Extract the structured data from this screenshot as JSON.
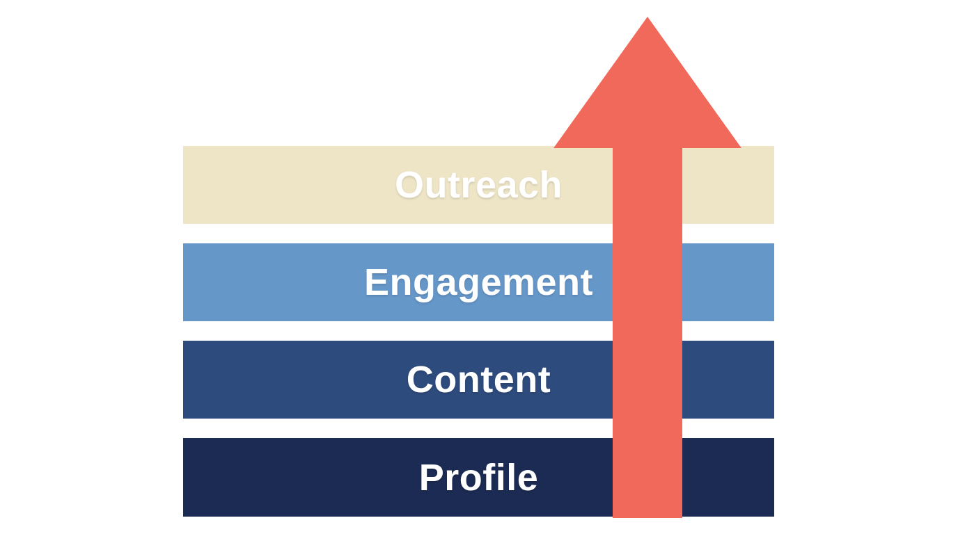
{
  "diagram": {
    "type": "layered-stack",
    "background_color": "#ffffff",
    "label_text_color": "#ffffff",
    "layers": [
      {
        "label": "Outreach",
        "color": "#eee5c7"
      },
      {
        "label": "Engagement",
        "color": "#6697c9"
      },
      {
        "label": "Content",
        "color": "#2e4b7d"
      },
      {
        "label": "Profile",
        "color": "#1c2b53"
      }
    ],
    "arrow": {
      "name": "upward-growth-arrow",
      "direction": "up",
      "color": "#f1695a"
    }
  }
}
